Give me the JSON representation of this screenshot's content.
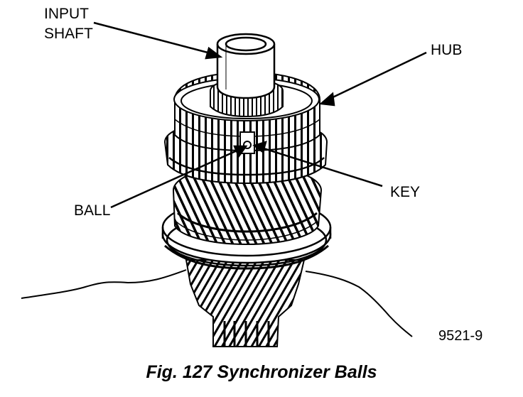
{
  "labels": {
    "input": "INPUT",
    "shaft": "SHAFT",
    "hub": "HUB",
    "key": "KEY",
    "ball": "BALL"
  },
  "figure_code": "9521-9",
  "caption": {
    "number": "Fig. 127",
    "title": "Synchronizer Balls"
  },
  "colors": {
    "ink": "#000000",
    "paper": "#ffffff"
  }
}
